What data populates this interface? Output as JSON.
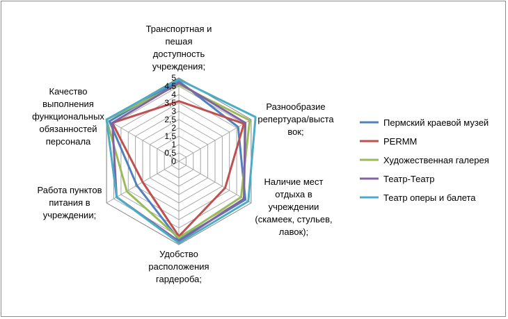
{
  "chart_data": {
    "type": "radar",
    "axes": [
      [
        "Транспортная и",
        "пешая",
        "доступность",
        "учреждения;"
      ],
      [
        "Разнообразие",
        "репертуара/выста",
        "вок;"
      ],
      [
        "Наличие мест",
        "отдыха в",
        "учреждении",
        "(скамеек, стульев,",
        "лавок);"
      ],
      [
        "Удобство",
        "расположения",
        "гардероба;"
      ],
      [
        "Работа пунктов",
        "питания в",
        "учреждении;"
      ],
      [
        "Качество",
        "выполнения",
        "функциональных",
        "обязанностей",
        "персонала"
      ]
    ],
    "ticks": [
      "0",
      "0,5",
      "1",
      "1,5",
      "2",
      "2,5",
      "3",
      "3,5",
      "4",
      "4,5",
      "5"
    ],
    "rlim": [
      0,
      5
    ],
    "grid": true,
    "legend_position": "right",
    "series": [
      {
        "name": "Пермский краевой музей",
        "color": "#4f81bd",
        "values": [
          4.8,
          4.1,
          4.6,
          4.7,
          2.9,
          4.8
        ]
      },
      {
        "name": "PERMM",
        "color": "#c0504d",
        "values": [
          3.6,
          4.5,
          3.2,
          4.5,
          2.5,
          4.6
        ]
      },
      {
        "name": "Художественная галерея",
        "color": "#9bbb59",
        "values": [
          4.6,
          4.9,
          4.3,
          4.6,
          3.6,
          5.0
        ]
      },
      {
        "name": "Театр-Театр",
        "color": "#8064a2",
        "values": [
          4.7,
          4.6,
          4.5,
          4.8,
          4.3,
          4.6
        ]
      },
      {
        "name": "Театр оперы и балета",
        "color": "#4bacc6",
        "values": [
          4.9,
          5.3,
          4.8,
          4.9,
          4.3,
          5.0
        ]
      }
    ]
  }
}
